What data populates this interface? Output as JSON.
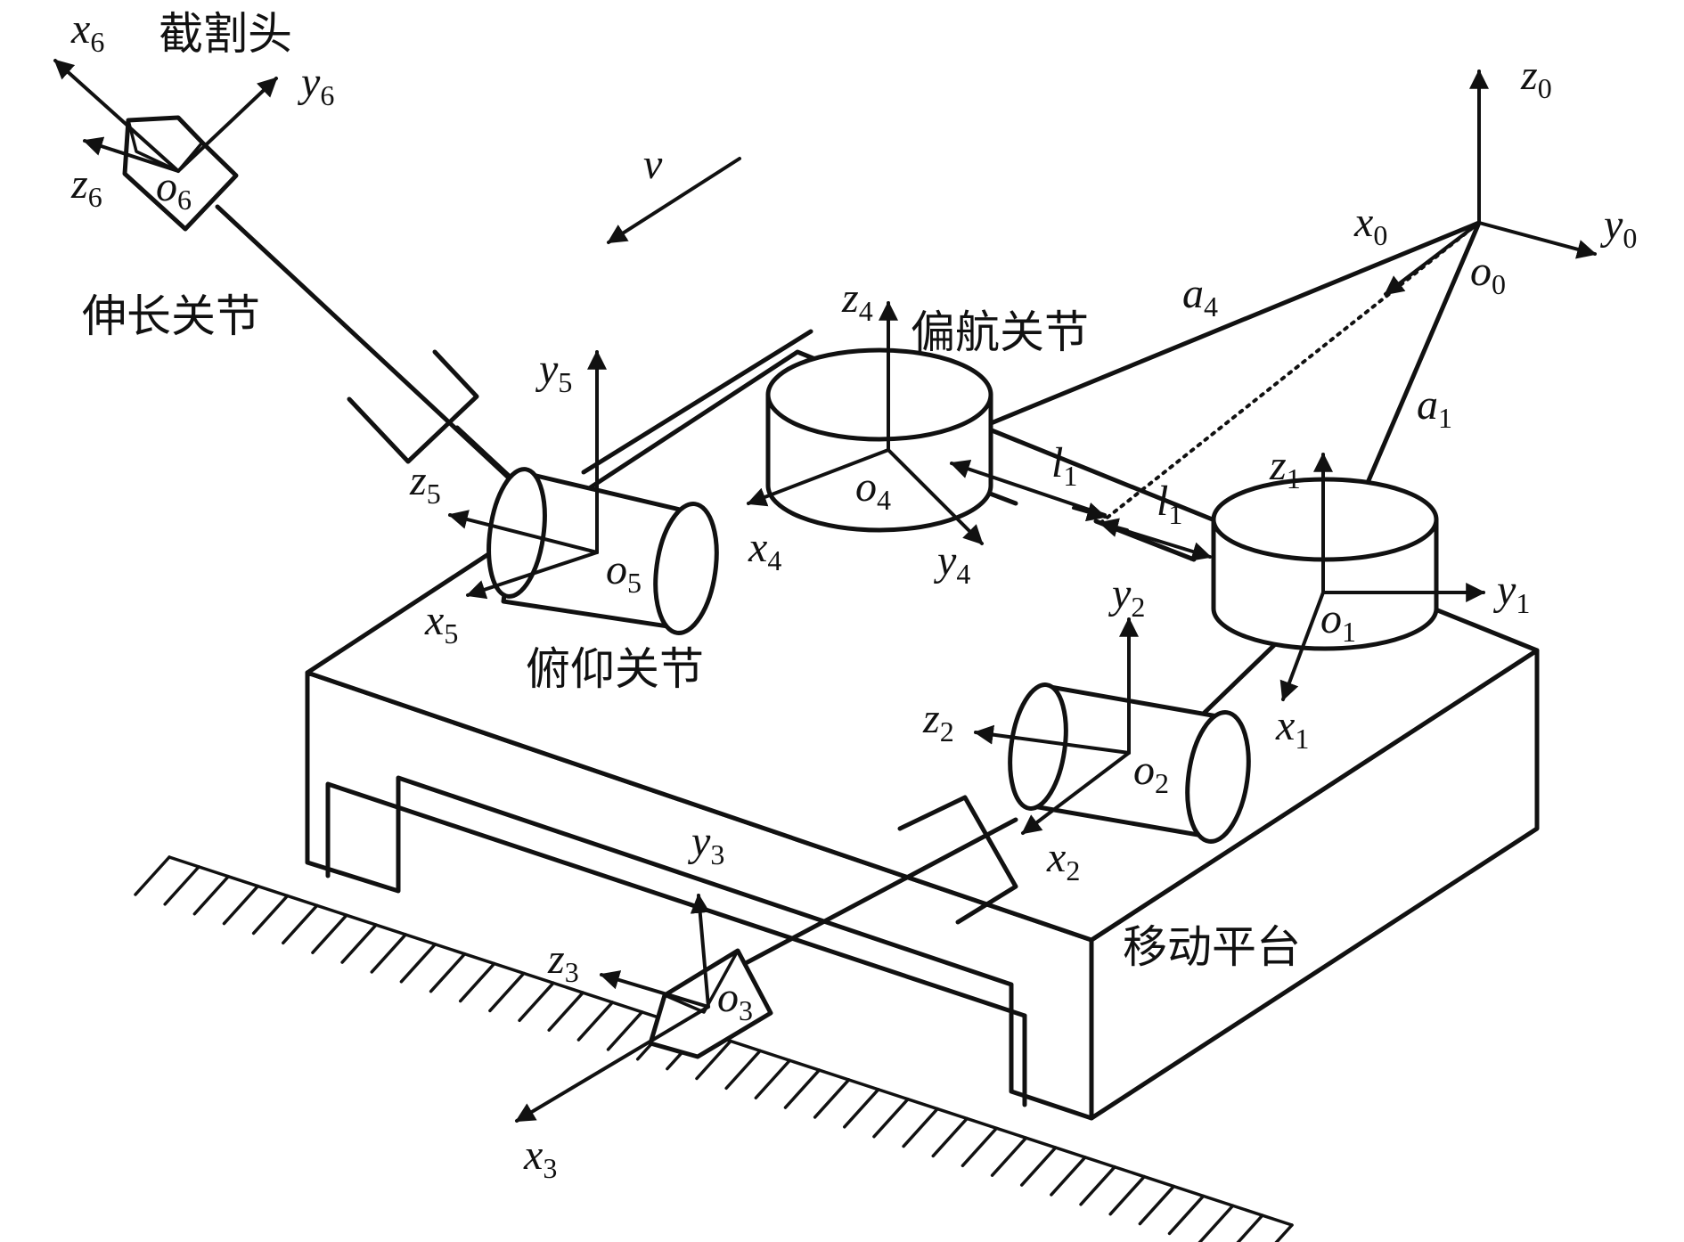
{
  "component_labels": {
    "cutting_head": "截割头",
    "extension_joint": "伸长关节",
    "yaw_joint": "偏航关节",
    "pitch_joint": "俯仰关节",
    "mobile_platform": "移动平台"
  },
  "velocity": {
    "label": "v"
  },
  "frames": [
    {
      "id": "f0",
      "origin": [
        "o",
        "0"
      ],
      "axes": {
        "x": [
          "x",
          "0"
        ],
        "y": [
          "y",
          "0"
        ],
        "z": [
          "z",
          "0"
        ]
      }
    },
    {
      "id": "f1",
      "origin": [
        "o",
        "1"
      ],
      "axes": {
        "x": [
          "x",
          "1"
        ],
        "y": [
          "y",
          "1"
        ],
        "z": [
          "z",
          "1"
        ]
      }
    },
    {
      "id": "f2",
      "origin": [
        "o",
        "2"
      ],
      "axes": {
        "x": [
          "x",
          "2"
        ],
        "y": [
          "y",
          "2"
        ],
        "z": [
          "z",
          "2"
        ]
      }
    },
    {
      "id": "f3",
      "origin": [
        "o",
        "3"
      ],
      "axes": {
        "x": [
          "x",
          "3"
        ],
        "y": [
          "y",
          "3"
        ],
        "z": [
          "z",
          "3"
        ]
      }
    },
    {
      "id": "f4",
      "origin": [
        "o",
        "4"
      ],
      "axes": {
        "x": [
          "x",
          "4"
        ],
        "y": [
          "y",
          "4"
        ],
        "z": [
          "z",
          "4"
        ]
      }
    },
    {
      "id": "f5",
      "origin": [
        "o",
        "5"
      ],
      "axes": {
        "x": [
          "x",
          "5"
        ],
        "y": [
          "y",
          "5"
        ],
        "z": [
          "z",
          "5"
        ]
      }
    },
    {
      "id": "f6",
      "origin": [
        "o",
        "6"
      ],
      "axes": {
        "x": [
          "x",
          "6"
        ],
        "y": [
          "y",
          "6"
        ],
        "z": [
          "z",
          "6"
        ]
      }
    }
  ],
  "dimensions": {
    "a1": [
      "a",
      "1"
    ],
    "a4": [
      "a",
      "4"
    ],
    "l1_upper": [
      "l",
      "1"
    ],
    "l1_lower": [
      "l",
      "1"
    ]
  }
}
